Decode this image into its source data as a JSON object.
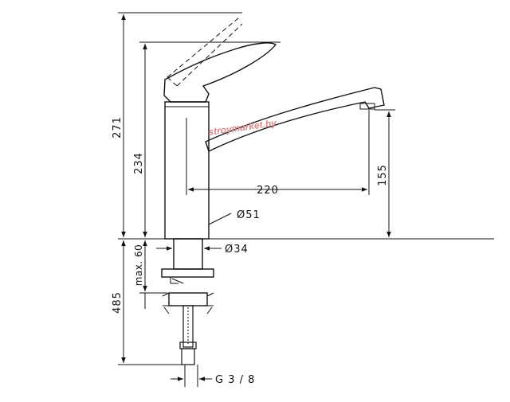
{
  "dimensions": {
    "total_height": "271",
    "lever_height": "234",
    "spout_reach": "220",
    "spout_height": "155",
    "body_diameter": "Ø51",
    "base_diameter": "Ø34",
    "max_thickness": "max. 60",
    "below_counter": "485",
    "connection_thread": "G 3 / 8"
  },
  "watermark": "stroymarket.by",
  "colors": {
    "line": "#111111",
    "watermark": "#d98a8a"
  }
}
